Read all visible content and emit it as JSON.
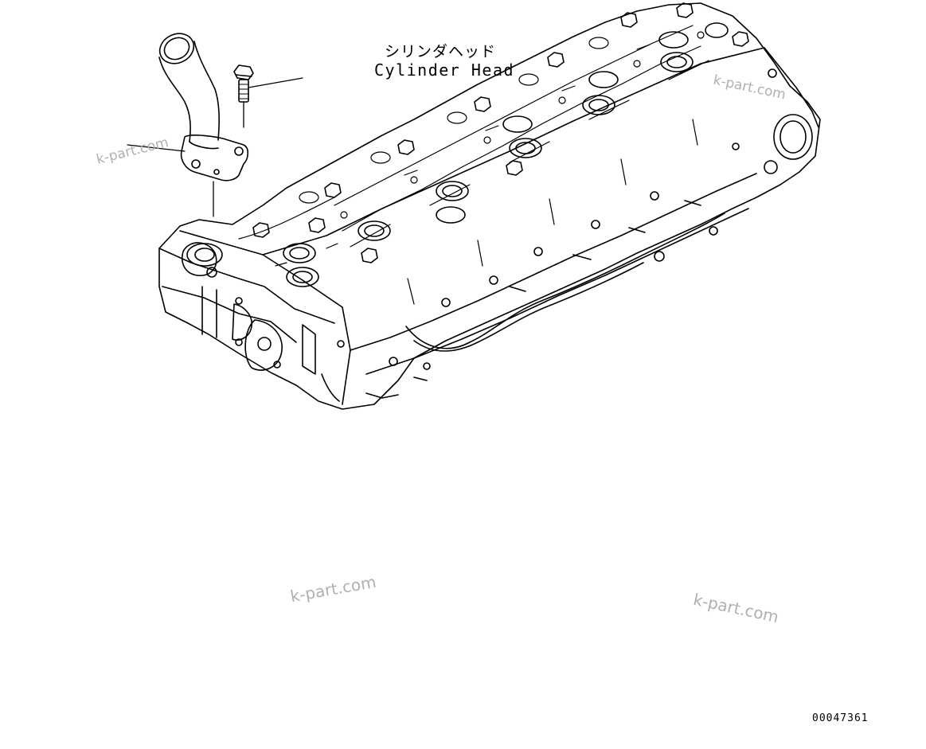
{
  "labels": {
    "part_name_jp": "シリンダヘッド",
    "part_name_en": "Cylinder Head",
    "drawing_code": "00047361"
  },
  "watermarks": [
    "k-part.com",
    "k-part.com",
    "k-part.com",
    "k-part.com"
  ],
  "colors": {
    "line": "#000000",
    "background": "#ffffff",
    "watermark": "#b0b0b0"
  }
}
